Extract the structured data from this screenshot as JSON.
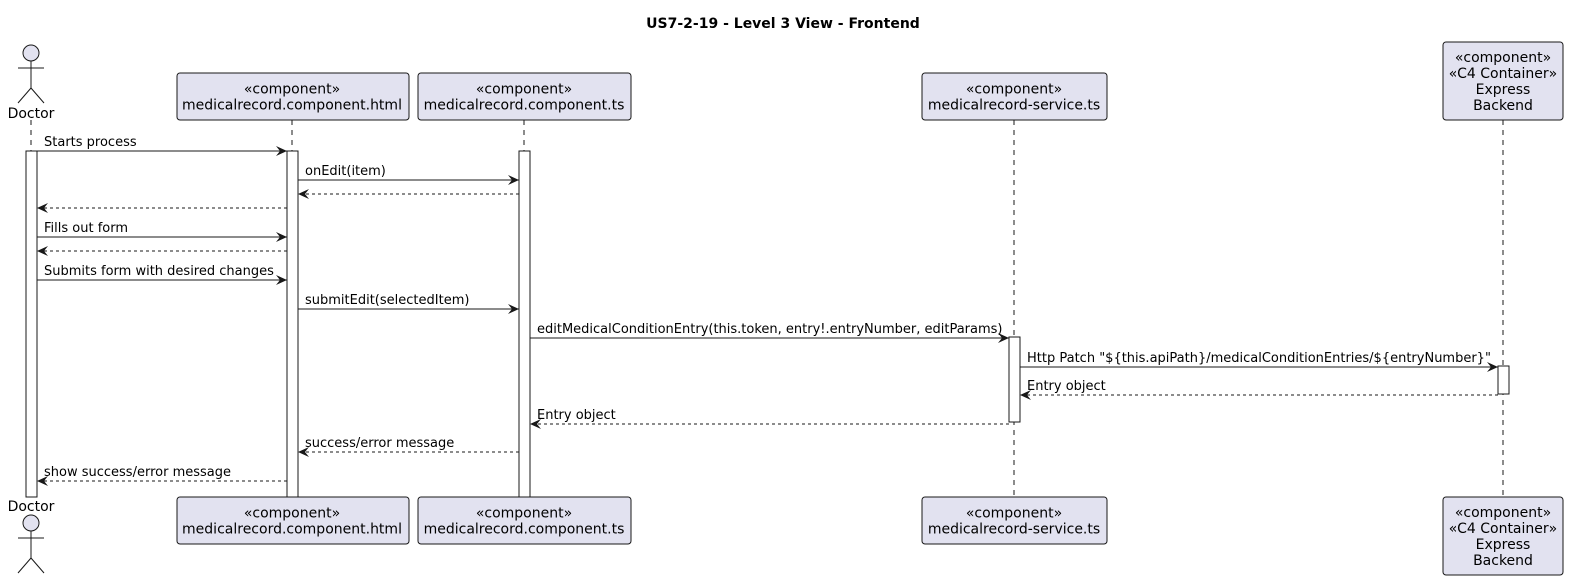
{
  "title": "US7-2-19 - Level 3 View - Frontend",
  "colors": {
    "participant_fill": "#E2E2F0",
    "participant_border": "#181818",
    "lifeline": "#181818",
    "activation_fill": "#FFFFFF",
    "arrow": "#181818"
  },
  "participants": [
    {
      "id": "doctor",
      "kind": "actor",
      "lines": [
        "Doctor"
      ]
    },
    {
      "id": "html",
      "kind": "box",
      "lines": [
        "«component»",
        "medicalrecord.component.html"
      ]
    },
    {
      "id": "ts",
      "kind": "box",
      "lines": [
        "«component»",
        "medicalrecord.component.ts"
      ]
    },
    {
      "id": "service",
      "kind": "box",
      "lines": [
        "«component»",
        "medicalrecord-service.ts"
      ]
    },
    {
      "id": "backend",
      "kind": "box",
      "lines": [
        "«component»",
        "«C4 Container»",
        "Express",
        "Backend"
      ]
    }
  ],
  "messages": [
    {
      "from": "doctor",
      "to": "html",
      "label": "Starts process",
      "style": "sync"
    },
    {
      "from": "html",
      "to": "ts",
      "label": "onEdit(item)",
      "style": "sync"
    },
    {
      "from": "ts",
      "to": "html",
      "label": "",
      "style": "return"
    },
    {
      "from": "html",
      "to": "doctor",
      "label": "",
      "style": "return"
    },
    {
      "from": "doctor",
      "to": "html",
      "label": "Fills out form",
      "style": "sync"
    },
    {
      "from": "html",
      "to": "doctor",
      "label": "",
      "style": "return"
    },
    {
      "from": "doctor",
      "to": "html",
      "label": "Submits form with desired changes",
      "style": "sync"
    },
    {
      "from": "html",
      "to": "ts",
      "label": "submitEdit(selectedItem)",
      "style": "sync"
    },
    {
      "from": "ts",
      "to": "service",
      "label": "editMedicalConditionEntry(this.token, entry!.entryNumber, editParams)",
      "style": "sync"
    },
    {
      "from": "service",
      "to": "backend",
      "label": "Http Patch \"${this.apiPath}/medicalConditionEntries/${entryNumber}\"",
      "style": "sync"
    },
    {
      "from": "backend",
      "to": "service",
      "label": "Entry object",
      "style": "return"
    },
    {
      "from": "service",
      "to": "ts",
      "label": "Entry object",
      "style": "return"
    },
    {
      "from": "ts",
      "to": "html",
      "label": "success/error message",
      "style": "return"
    },
    {
      "from": "html",
      "to": "doctor",
      "label": "show success/error message",
      "style": "return"
    }
  ]
}
